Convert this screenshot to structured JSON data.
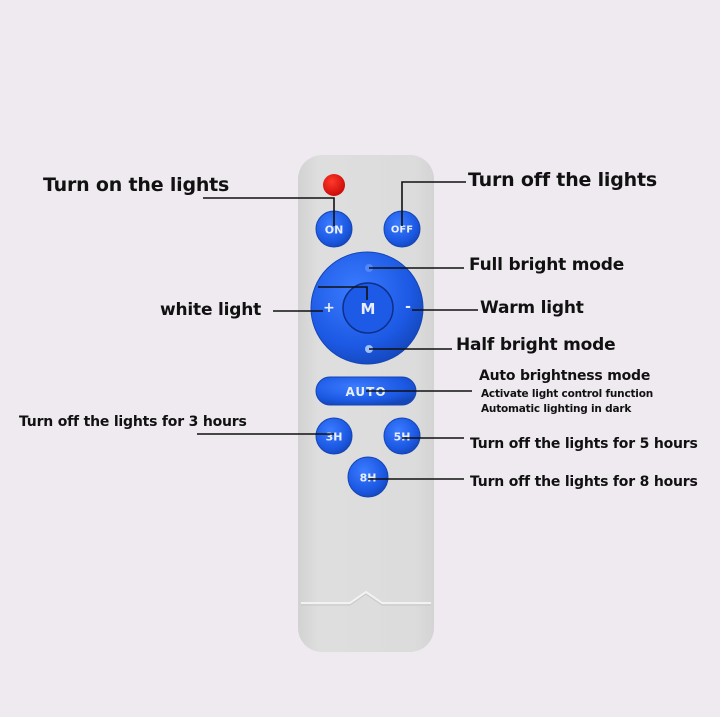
{
  "colors": {
    "background": "#efeaf0",
    "remote_body": "#dadada",
    "button_blue": "#1f5fe6",
    "led_red": "#e01010",
    "text": "#111111"
  },
  "remote": {
    "buttons": {
      "on": "ON",
      "off": "OFF",
      "mode": "M",
      "plus": "+",
      "minus": "-",
      "auto": "AUTO",
      "h3": "3H",
      "h5": "5H",
      "h8": "8H"
    }
  },
  "labels": {
    "turn_on": "Turn on the lights",
    "turn_off": "Turn off the lights",
    "full_bright": "Full bright mode",
    "white_light": "white light",
    "warm_light": "Warm light",
    "half_bright": "Half bright mode",
    "auto_title": "Auto brightness mode",
    "auto_line1": "Activate light control function",
    "auto_line2": "Automatic lighting in dark",
    "off_3h": "Turn off the lights for 3 hours",
    "off_5h": "Turn off the lights for 5 hours",
    "off_8h": "Turn off the lights for 8 hours"
  }
}
